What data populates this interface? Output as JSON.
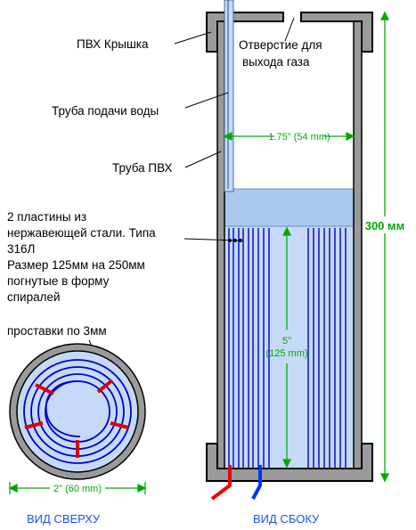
{
  "labels": {
    "pvc_cap": "ПВХ Крышка",
    "gas_outlet_1": "Отверстие для",
    "gas_outlet_2": "выхода газа",
    "water_pipe": "Труба подачи воды",
    "pvc_pipe": "Труба ПВХ",
    "plates_1": "2 пластины из",
    "plates_2": "нержавеющей стали. Типа",
    "plates_3": "316Л",
    "plates_4": "Размер 125мм на 250мм",
    "plates_5": "погнутые в форму",
    "plates_6": "спиралей",
    "spacers": "проставки по 3мм",
    "dim_inner_width": "1.75\" (54 mm)",
    "dim_height": "300 мм",
    "dim_plate_1": "5\"",
    "dim_plate_2": "(125 mm)",
    "dim_outer": "2\" (60 mm)",
    "view_top": "ВИД СВЕРХУ",
    "view_side": "ВИД СБОКУ"
  },
  "colors": {
    "pvc": "#9a9a9a",
    "pvc_dark": "#000000",
    "water": "#c5daf6",
    "water_top": "#a8c8ee",
    "plates": "#0000cc",
    "spacers": "#dd0000",
    "dimension": "#00aa00",
    "view_label": "#1a4fff",
    "wire_hot": "#ee0000",
    "wire_cold": "#0033ff"
  }
}
